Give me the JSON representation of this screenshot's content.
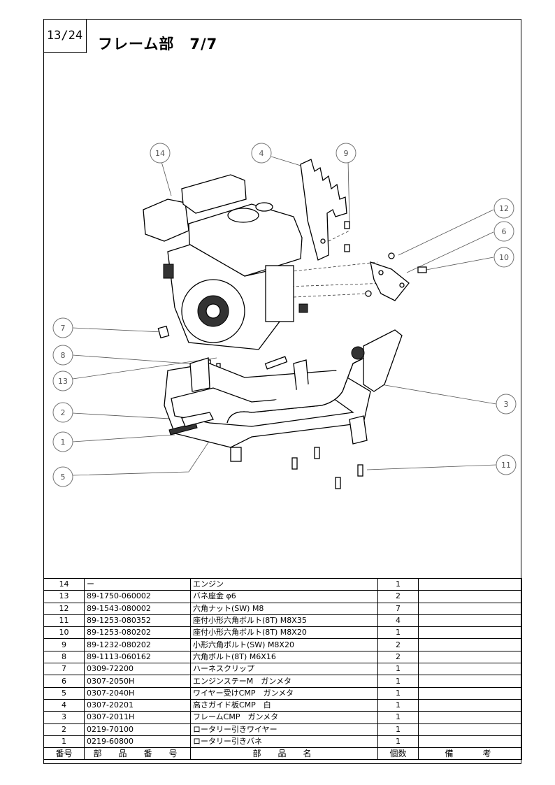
{
  "page_number": "13/24",
  "title": "フレーム部　7/7",
  "callouts": [
    "14",
    "4",
    "9",
    "12",
    "6",
    "10",
    "7",
    "8",
    "13",
    "2",
    "1",
    "5",
    "3",
    "11"
  ],
  "table": {
    "headers": [
      "番号",
      "部　品　番　号",
      "部　品　名",
      "個数",
      "備　　考"
    ],
    "rows": [
      {
        "no": "14",
        "part_no": "ー",
        "name": "エンジン",
        "qty": "1",
        "note": ""
      },
      {
        "no": "13",
        "part_no": "89-1750-060002",
        "name": "バネ座金 φ6",
        "qty": "2",
        "note": ""
      },
      {
        "no": "12",
        "part_no": "89-1543-080002",
        "name": "六角ナット(SW) M8",
        "qty": "7",
        "note": ""
      },
      {
        "no": "11",
        "part_no": "89-1253-080352",
        "name": "座付小形六角ボルト(8T) M8X35",
        "qty": "4",
        "note": ""
      },
      {
        "no": "10",
        "part_no": "89-1253-080202",
        "name": "座付小形六角ボルト(8T) M8X20",
        "qty": "1",
        "note": ""
      },
      {
        "no": "9",
        "part_no": "89-1232-080202",
        "name": "小形六角ボルト(SW) M8X20",
        "qty": "2",
        "note": ""
      },
      {
        "no": "8",
        "part_no": "89-1113-060162",
        "name": "六角ボルト(8T) M6X16",
        "qty": "2",
        "note": ""
      },
      {
        "no": "7",
        "part_no": "0309-72200",
        "name": "ハーネスクリップ",
        "qty": "1",
        "note": ""
      },
      {
        "no": "6",
        "part_no": "0307-2050H",
        "name": "エンジンステーM　ガンメタ",
        "qty": "1",
        "note": ""
      },
      {
        "no": "5",
        "part_no": "0307-2040H",
        "name": "ワイヤー受けCMP　ガンメタ",
        "qty": "1",
        "note": ""
      },
      {
        "no": "4",
        "part_no": "0307-20201",
        "name": "高さガイド板CMP　白",
        "qty": "1",
        "note": ""
      },
      {
        "no": "3",
        "part_no": "0307-2011H",
        "name": "フレームCMP　ガンメタ",
        "qty": "1",
        "note": ""
      },
      {
        "no": "2",
        "part_no": "0219-70100",
        "name": "ロータリー引きワイヤー",
        "qty": "1",
        "note": ""
      },
      {
        "no": "1",
        "part_no": "0219-60800",
        "name": "ロータリー引きバネ",
        "qty": "1",
        "note": ""
      }
    ]
  }
}
